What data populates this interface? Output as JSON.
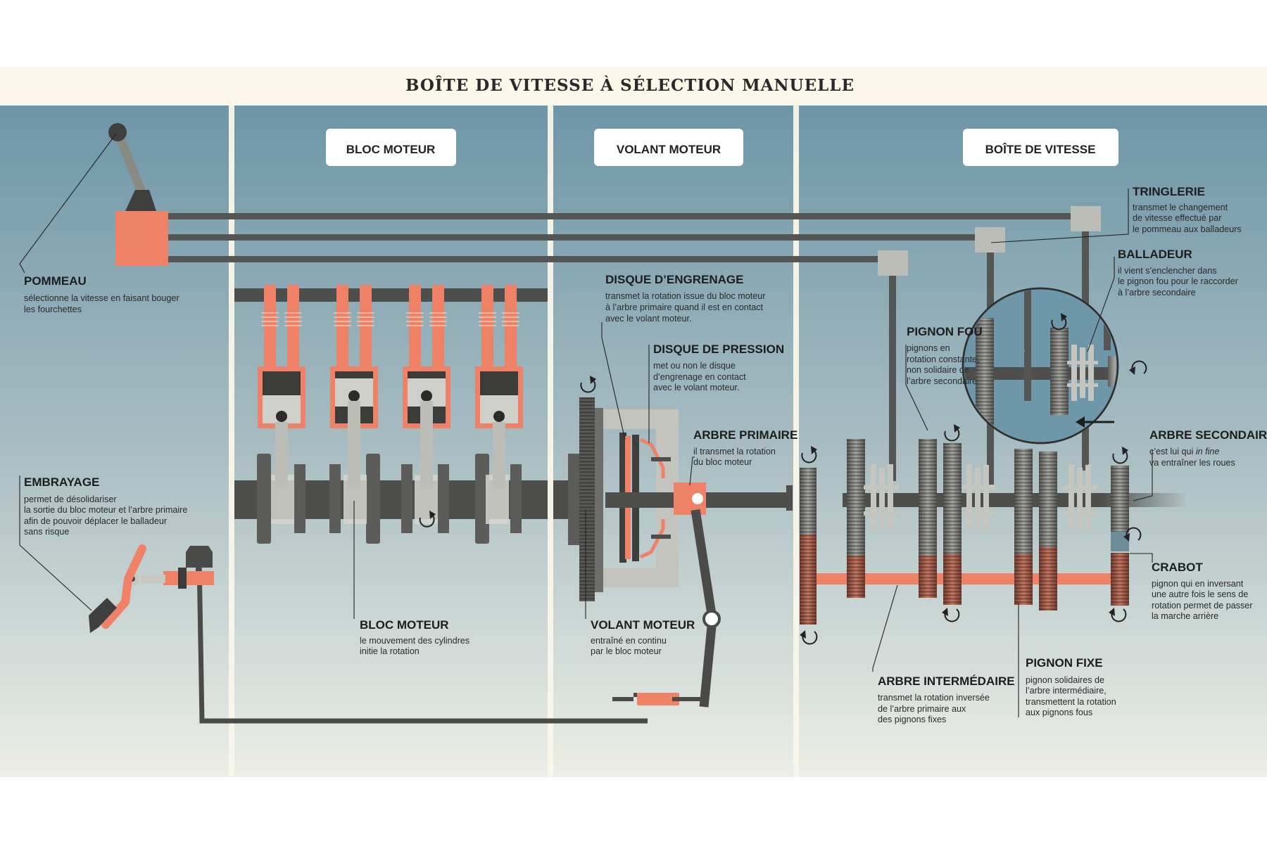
{
  "title": "BOÎTE DE VITESSE À SÉLECTION MANUELLE",
  "sections": [
    "BLOC MOTEUR",
    "VOLANT MOTEUR",
    "BOÎTE DE VITESSE"
  ],
  "labels": {
    "pommeau": {
      "heading": "POMMEAU",
      "lines": [
        "sélectionne la vitesse en faisant bouger",
        "les fourchettes"
      ]
    },
    "embrayage": {
      "heading": "EMBRAYAGE",
      "lines": [
        "permet de désolidariser",
        "la sortie du bloc moteur et l’arbre primaire",
        "afin de pouvoir déplacer le balladeur",
        "sans risque"
      ]
    },
    "bloc_moteur": {
      "heading": "BLOC MOTEUR",
      "lines": [
        "le mouvement des cylindres",
        "initie la rotation"
      ]
    },
    "disque_engrenage": {
      "heading": "DISQUE D’ENGRENAGE",
      "lines": [
        "transmet la rotation issue du bloc moteur",
        "à l’arbre primaire quand il est en contact",
        "avec le volant moteur."
      ]
    },
    "disque_pression": {
      "heading": "DISQUE DE PRESSION",
      "lines": [
        "met ou non le disque",
        "d’engrenage en contact",
        "avec le volant moteur."
      ]
    },
    "arbre_primaire": {
      "heading": "ARBRE PRIMAIRE",
      "lines": [
        "il transmet la rotation",
        "du bloc moteur"
      ]
    },
    "volant_moteur": {
      "heading": "VOLANT MOTEUR",
      "lines": [
        "entraîné en continu",
        "par le bloc moteur"
      ]
    },
    "tringlerie": {
      "heading": "TRINGLERIE",
      "lines": [
        "transmet le changement",
        "de vitesse effectué par",
        "le pommeau aux balladeurs"
      ]
    },
    "balladeur": {
      "heading": "BALLADEUR",
      "lines": [
        "il vient s’enclencher dans",
        "le pignon fou pour le raccorder",
        "à l’arbre secondaire"
      ]
    },
    "pignon_fou": {
      "heading": "PIGNON FOU",
      "lines": [
        "pignons en",
        "rotation constante,",
        "non solidaire de",
        "l’arbre secondaire"
      ]
    },
    "arbre_secondaire": {
      "heading": "ARBRE SECONDAIRE",
      "line1_pre": "c’est lui qui ",
      "line1_em": "in fine",
      "line2": "va entraîner les roues"
    },
    "crabot": {
      "heading": "CRABOT",
      "lines": [
        "pignon qui en inversant",
        "une autre fois le sens de",
        "rotation permet de passer",
        "la marche arrière"
      ]
    },
    "arbre_intermediaire": {
      "heading": "ARBRE INTERMÉDAIRE",
      "lines": [
        "transmet la rotation inversée",
        "de l’arbre primaire aux",
        "des pignons fixes"
      ]
    },
    "pignon_fixe": {
      "heading": "PIGNON FIXE",
      "lines": [
        "pignon solidaires de",
        "l’arbre intermédiaire,",
        "transmettent la rotation",
        "aux pignons fous"
      ]
    }
  },
  "colors": {
    "accent": "#ef8166",
    "shaft": "#4e4e4c",
    "panel_top": "#6e97a9",
    "panel_bottom": "#e7e9e2",
    "title_band": "#fbf8ea"
  }
}
